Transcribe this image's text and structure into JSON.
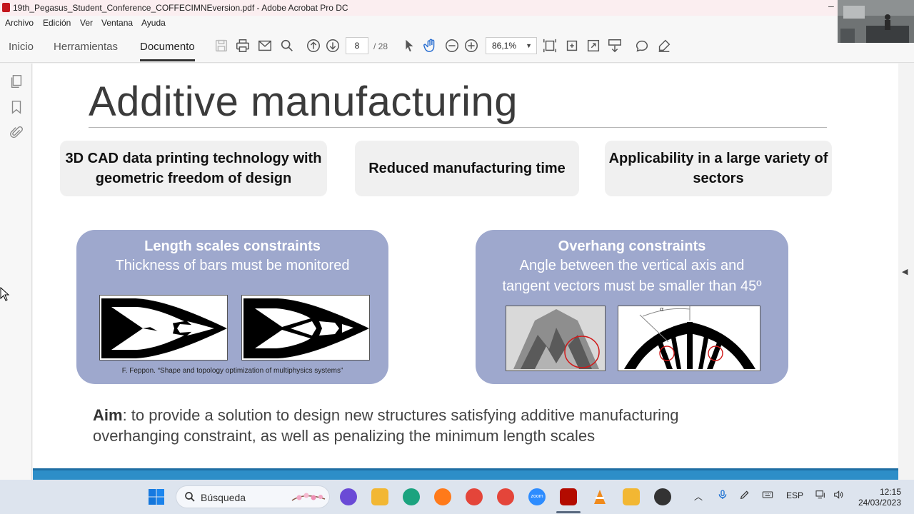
{
  "window": {
    "title": "19th_Pegasus_Student_Conference_COFFECIMNEversion.pdf - Adobe Acrobat Pro DC",
    "minimize": "–"
  },
  "menu": [
    "Archivo",
    "Edición",
    "Ver",
    "Ventana",
    "Ayuda"
  ],
  "nav_tabs": [
    {
      "label": "Inicio",
      "active": false
    },
    {
      "label": "Herramientas",
      "active": false
    },
    {
      "label": "Documento",
      "active": true
    }
  ],
  "toolbar": {
    "page_current": "8",
    "page_total": "/ 28",
    "zoom": "86,1%"
  },
  "slide": {
    "title": "Additive manufacturing",
    "features": [
      "3D CAD data printing technology with geometric freedom of design",
      "Reduced manufacturing time",
      "Applicability in a large variety of sectors"
    ],
    "panel_left": {
      "heading": "Length scales constraints",
      "text": "Thickness of bars must be monitored",
      "credit": "F. Feppon. “Shape and topology optimization of multiphysics systems”"
    },
    "panel_right": {
      "heading": "Overhang constraints",
      "text_line1": "Angle between the vertical axis and",
      "text_line2": "tangent vectors must be smaller than 45º",
      "angle_symbol": "α"
    },
    "aim_label": "Aim",
    "aim_line1": ": to provide a solution to design new structures satisfying additive manufacturing",
    "aim_line2": "overhanging constraint, as well as penalizing the minimum length scales"
  },
  "taskbar": {
    "search_label": "Búsqueda",
    "language": "ESP",
    "time": "12:15",
    "date": "24/03/2023",
    "zoom_app_label": "zoom"
  },
  "colors": {
    "panel": "#9ea8cd",
    "accent_bar": "#2d8ec8",
    "taskbar": "#dde4ee"
  }
}
